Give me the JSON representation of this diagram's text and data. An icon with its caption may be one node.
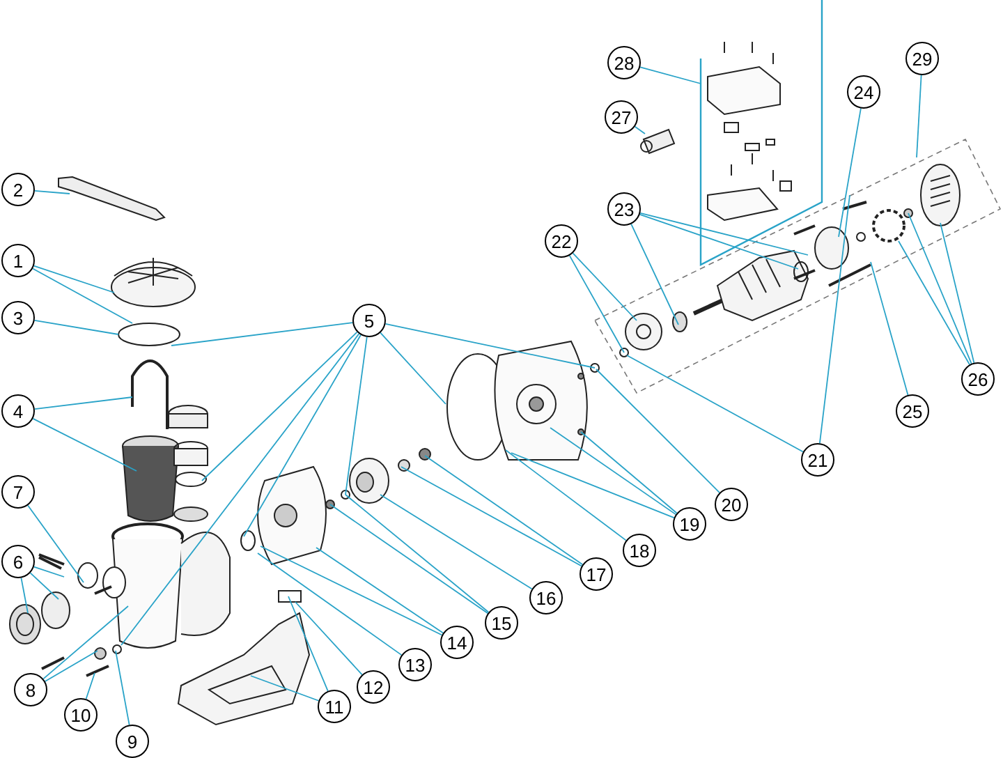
{
  "diagram": {
    "nodes": [
      {
        "text": [
          "1"
        ]
      },
      {
        "text": [
          "2"
        ]
      },
      {
        "text": [
          "3"
        ]
      },
      {
        "text": [
          "4"
        ]
      },
      {
        "text": [
          "5"
        ]
      },
      {
        "text": [
          "6"
        ]
      },
      {
        "text": [
          "7"
        ]
      },
      {
        "text": [
          "8"
        ]
      },
      {
        "text": [
          "9"
        ]
      },
      {
        "text": [
          "10"
        ]
      },
      {
        "text": [
          "11"
        ]
      },
      {
        "text": [
          "12"
        ]
      },
      {
        "text": [
          "13"
        ]
      },
      {
        "text": [
          "14"
        ]
      },
      {
        "text": [
          "15"
        ]
      },
      {
        "text": [
          "16"
        ]
      },
      {
        "text": [
          "17"
        ]
      },
      {
        "text": [
          "18"
        ]
      },
      {
        "text": [
          "19"
        ]
      },
      {
        "text": [
          "20"
        ]
      },
      {
        "text": [
          "21"
        ]
      },
      {
        "text": [
          "22"
        ]
      },
      {
        "text": [
          "23"
        ]
      },
      {
        "text": [
          "24"
        ]
      },
      {
        "text": [
          "25"
        ]
      },
      {
        "text": [
          "26"
        ]
      },
      {
        "text": [
          "27"
        ]
      },
      {
        "text": [
          "28"
        ]
      },
      {
        "text": [
          "29"
        ]
      }
    ],
    "edges": [
      {
        "from": 0,
        "to": null,
        "arrow": "none"
      },
      {
        "from": 0,
        "to": null,
        "arrow": "none"
      },
      {
        "from": 1,
        "to": null,
        "arrow": "none"
      },
      {
        "from": 2,
        "to": null,
        "arrow": "none"
      },
      {
        "from": 3,
        "to": null,
        "arrow": "none"
      },
      {
        "from": 3,
        "to": null,
        "arrow": "none"
      },
      {
        "from": 4,
        "to": null,
        "arrow": "none"
      },
      {
        "from": 4,
        "to": null,
        "arrow": "none"
      },
      {
        "from": 4,
        "to": null,
        "arrow": "none"
      },
      {
        "from": 4,
        "to": null,
        "arrow": "none"
      },
      {
        "from": 4,
        "to": null,
        "arrow": "none"
      },
      {
        "from": 4,
        "to": null,
        "arrow": "none"
      },
      {
        "from": 4,
        "to": null,
        "arrow": "none"
      },
      {
        "from": 5,
        "to": null,
        "arrow": "none"
      },
      {
        "from": 5,
        "to": null,
        "arrow": "none"
      },
      {
        "from": 5,
        "to": null,
        "arrow": "none"
      },
      {
        "from": 6,
        "to": null,
        "arrow": "none"
      },
      {
        "from": 7,
        "to": null,
        "arrow": "none"
      },
      {
        "from": 7,
        "to": null,
        "arrow": "none"
      },
      {
        "from": 8,
        "to": null,
        "arrow": "none"
      },
      {
        "from": 9,
        "to": null,
        "arrow": "none"
      },
      {
        "from": 10,
        "to": null,
        "arrow": "none"
      },
      {
        "from": 10,
        "to": null,
        "arrow": "none"
      },
      {
        "from": 11,
        "to": null,
        "arrow": "none"
      },
      {
        "from": 12,
        "to": null,
        "arrow": "none"
      },
      {
        "from": 13,
        "to": null,
        "arrow": "none"
      },
      {
        "from": 13,
        "to": null,
        "arrow": "none"
      },
      {
        "from": 14,
        "to": null,
        "arrow": "none"
      },
      {
        "from": 14,
        "to": null,
        "arrow": "none"
      },
      {
        "from": 15,
        "to": null,
        "arrow": "none"
      },
      {
        "from": 16,
        "to": null,
        "arrow": "none"
      },
      {
        "from": 16,
        "to": null,
        "arrow": "none"
      },
      {
        "from": 17,
        "to": null,
        "arrow": "none"
      },
      {
        "from": 18,
        "to": null,
        "arrow": "none"
      },
      {
        "from": 18,
        "to": null,
        "arrow": "none"
      },
      {
        "from": 18,
        "to": null,
        "arrow": "none"
      },
      {
        "from": 19,
        "to": null,
        "arrow": "none"
      },
      {
        "from": 20,
        "to": null,
        "arrow": "none"
      },
      {
        "from": 20,
        "to": null,
        "arrow": "none"
      },
      {
        "from": 21,
        "to": null,
        "arrow": "none"
      },
      {
        "from": 21,
        "to": null,
        "arrow": "none"
      },
      {
        "from": 22,
        "to": null,
        "arrow": "none"
      },
      {
        "from": 22,
        "to": null,
        "arrow": "none"
      },
      {
        "from": 22,
        "to": null,
        "arrow": "none"
      },
      {
        "from": 23,
        "to": null,
        "arrow": "none"
      },
      {
        "from": 24,
        "to": null,
        "arrow": "none"
      },
      {
        "from": 25,
        "to": null,
        "arrow": "none"
      },
      {
        "from": 25,
        "to": null,
        "arrow": "none"
      },
      {
        "from": 25,
        "to": null,
        "arrow": "none"
      },
      {
        "from": 26,
        "to": null,
        "arrow": "none"
      },
      {
        "from": 27,
        "to": null,
        "arrow": "none"
      },
      {
        "from": 28,
        "to": null,
        "arrow": "none"
      }
    ]
  }
}
